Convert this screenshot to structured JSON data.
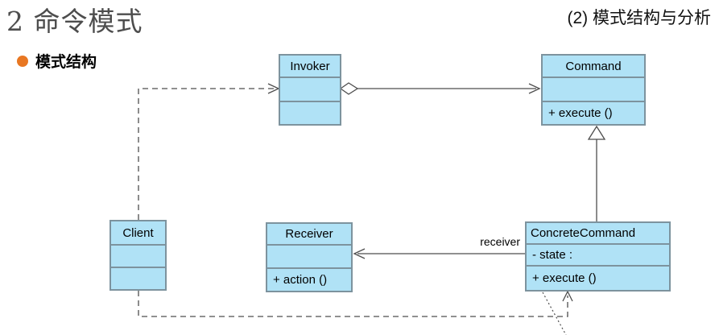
{
  "slide": {
    "title": "2 命令模式",
    "header_right": "(2) 模式结构与分析",
    "section_bullet": "模式结构"
  },
  "diagram": {
    "classes": {
      "invoker": {
        "name": "Invoker",
        "attribute": "",
        "method": ""
      },
      "command": {
        "name": "Command",
        "attribute": "",
        "method": "+ execute ()"
      },
      "client": {
        "name": "Client",
        "attribute": "",
        "method": ""
      },
      "receiver": {
        "name": "Receiver",
        "attribute": "",
        "method": "+ action ()"
      },
      "concrete_command": {
        "name": "ConcreteCommand",
        "attribute": "- state :",
        "method": "+ execute ()"
      }
    },
    "edge_labels": {
      "receiver_role": "receiver"
    }
  },
  "colors": {
    "class_fill": "#b0e2f6",
    "class_border": "#7d939e",
    "connector": "#4d4d4d",
    "bullet": "#e87722",
    "title_text": "#4d4d4d"
  }
}
